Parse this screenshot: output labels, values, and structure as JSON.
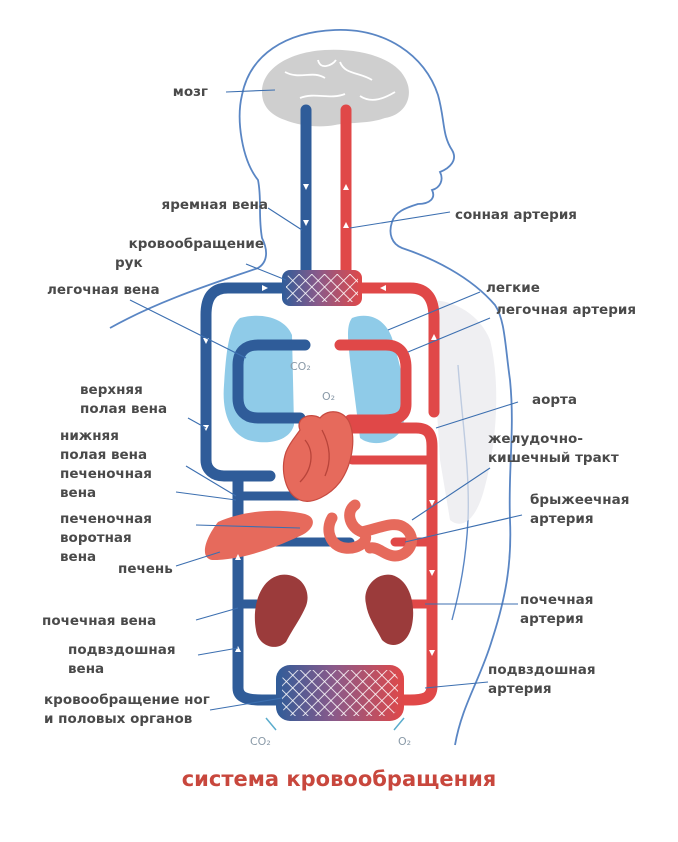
{
  "title": "система кровообращения",
  "colors": {
    "vein": "#2f5c99",
    "artery": "#e04848",
    "lung": "#8fcbe8",
    "organ": "#e66a5c",
    "kidney": "#9b3b3b",
    "brain": "#cfcfcf",
    "outline": "#5a86c4",
    "title": "#c8473d"
  },
  "gases": {
    "co2_lungs": "CO₂",
    "o2_lungs": "O₂",
    "co2_legs": "CO₂",
    "o2_legs": "O₂"
  },
  "labels_left": {
    "brain": "мозг",
    "jugular_vein": "яремная вена",
    "arm_circulation_1": "кровообращение",
    "arm_circulation_2": "рук",
    "pulmonary_vein": "легочная вена",
    "superior_vena_cava_1": "верхняя",
    "superior_vena_cava_2": "полая вена",
    "inferior_vena_cava_1": "нижняя",
    "inferior_vena_cava_2": "полая вена",
    "hepatic_vein_1": "печеночная",
    "hepatic_vein_2": "вена",
    "portal_vein_1": "печеночная",
    "portal_vein_2": "воротная",
    "portal_vein_3": "вена",
    "liver": "печень",
    "renal_vein": "почечная вена",
    "iliac_vein_1": "подвздошная",
    "iliac_vein_2": "вена",
    "leg_circulation_1": "кровообращение ног",
    "leg_circulation_2": "и половых органов"
  },
  "labels_right": {
    "carotid_artery": "сонная артерия",
    "lungs": "легкие",
    "pulmonary_artery": "легочная артерия",
    "aorta": "аорта",
    "gi_tract_1": "желудочно-",
    "gi_tract_2": "кишечный тракт",
    "mesenteric_artery_1": "брыжеечная",
    "mesenteric_artery_2": "артерия",
    "renal_artery_1": "почечная",
    "renal_artery_2": "артерия",
    "iliac_artery_1": "подвздошная",
    "iliac_artery_2": "артерия"
  }
}
